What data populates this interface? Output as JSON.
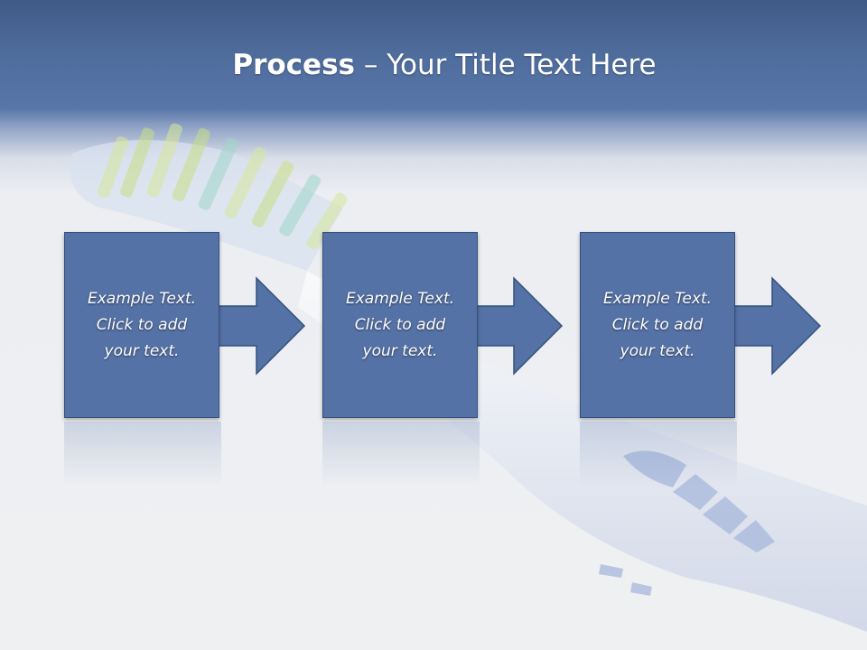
{
  "slide": {
    "title_bold": "Process",
    "title_rest": " – Your Title Text Here",
    "steps": [
      {
        "lines": [
          "Example Text.",
          "Click  to add",
          "your text."
        ]
      },
      {
        "lines": [
          "Example Text.",
          "Click  to add",
          "your text."
        ]
      },
      {
        "lines": [
          "Example Text.",
          "Click  to add",
          "your text."
        ]
      }
    ]
  },
  "colors": {
    "header": "#4e6c9c",
    "box_fill": "#5572a6",
    "box_border": "#33507e",
    "background": "#eef0f2"
  }
}
